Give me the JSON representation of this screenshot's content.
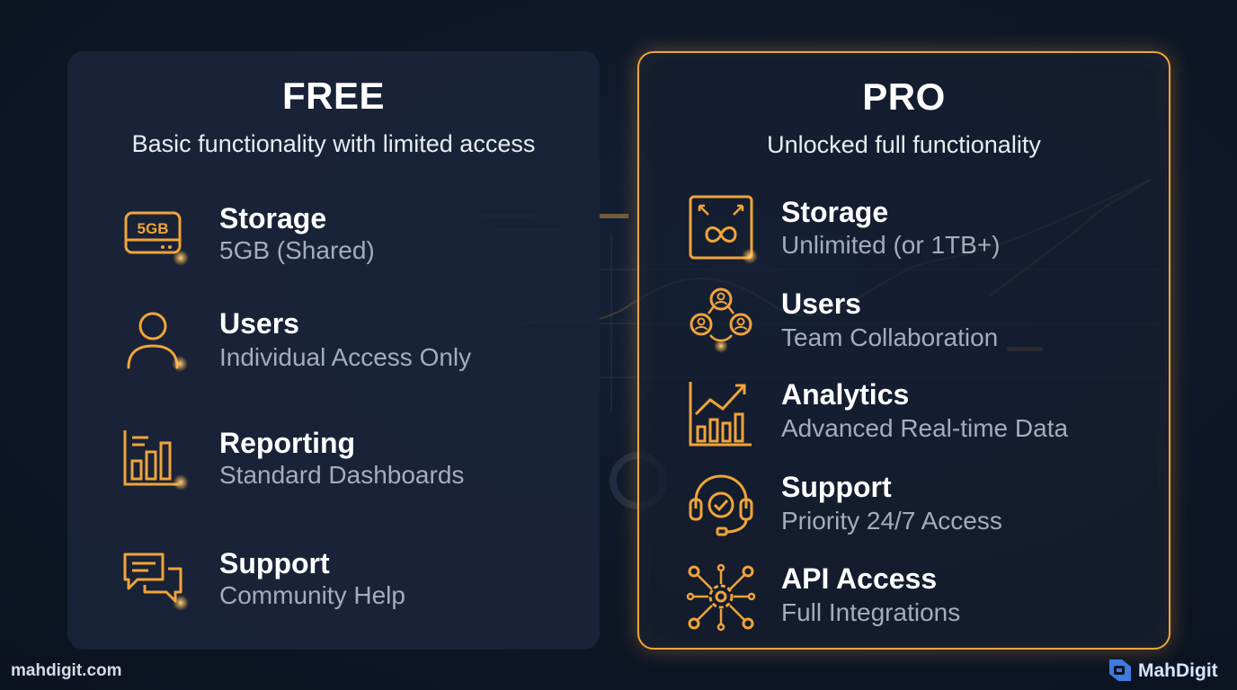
{
  "colors": {
    "accent": "#f0a43a",
    "glow": "#ffb341",
    "background": "#0f1828",
    "card_free": "#1a2438",
    "muted_text": "#a4adbb"
  },
  "free": {
    "title": "FREE",
    "subtitle": "Basic functionality with limited access",
    "features": [
      {
        "icon": "hard-drive-icon",
        "icon_text": "5GB",
        "name": "Storage",
        "desc": "5GB (Shared)"
      },
      {
        "icon": "user-icon",
        "name": "Users",
        "desc": "Individual Access Only"
      },
      {
        "icon": "bar-report-icon",
        "name": "Reporting",
        "desc": "Standard Dashboards"
      },
      {
        "icon": "chat-bubbles-icon",
        "name": "Support",
        "desc": "Community Help"
      }
    ]
  },
  "pro": {
    "title": "PRO",
    "subtitle": "Unlocked full functionality",
    "features": [
      {
        "icon": "infinity-storage-icon",
        "name": "Storage",
        "desc": "Unlimited (or 1TB+)"
      },
      {
        "icon": "team-users-icon",
        "name": "Users",
        "desc": "Team Collaboration"
      },
      {
        "icon": "growth-chart-icon",
        "name": "Analytics",
        "desc": "Advanced Real-time Data"
      },
      {
        "icon": "headset-icon",
        "name": "Support",
        "desc": "Priority 24/7 Access"
      },
      {
        "icon": "api-gear-icon",
        "name": "API Access",
        "desc": "Full Integrations"
      }
    ]
  },
  "footer": {
    "website": "mahdigit.com",
    "brand": "MahDigit"
  }
}
